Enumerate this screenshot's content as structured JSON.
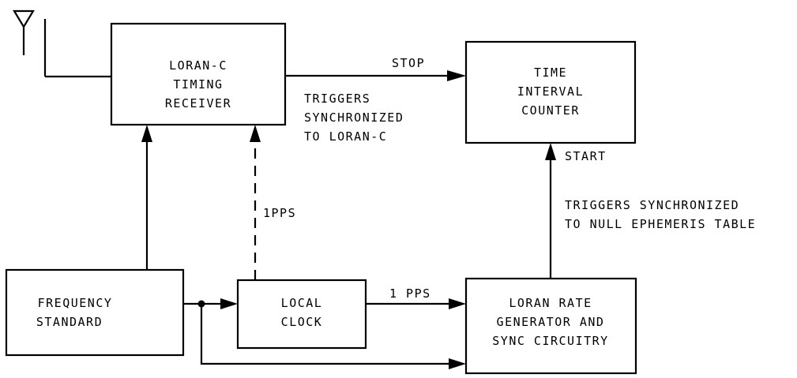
{
  "blocks": {
    "loran_receiver": [
      "LORAN-C",
      "TIMING",
      "RECEIVER"
    ],
    "time_interval_counter": [
      "TIME",
      "INTERVAL",
      "COUNTER"
    ],
    "frequency_standard": [
      "FREQUENCY",
      "STANDARD"
    ],
    "local_clock": [
      "LOCAL",
      "CLOCK"
    ],
    "loran_rate_generator": [
      "LORAN RATE",
      "GENERATOR AND",
      "SYNC CIRCUITRY"
    ]
  },
  "labels": {
    "stop": "STOP",
    "start": "START",
    "one_pps_dashed": "1PPS",
    "one_pps": "1 PPS",
    "triggers_loran": [
      "TRIGGERS",
      "SYNCHRONIZED",
      "TO LORAN-C"
    ],
    "triggers_null": [
      "TRIGGERS SYNCHRONIZED",
      "TO NULL EPHEMERIS TABLE"
    ]
  }
}
